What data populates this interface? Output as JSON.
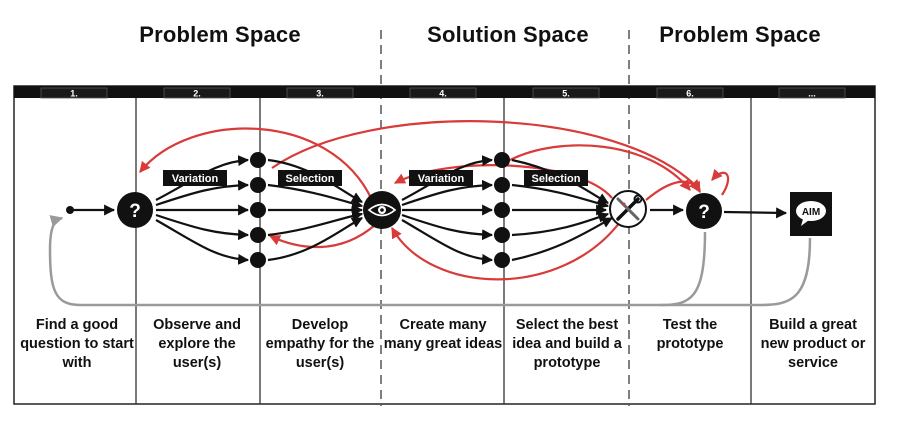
{
  "spaces": [
    {
      "label": "Problem Space"
    },
    {
      "label": "Solution Space"
    },
    {
      "label": "Problem Space"
    }
  ],
  "steps": [
    {
      "number": "1.",
      "text": "Find a good question to start with"
    },
    {
      "number": "2.",
      "text": "Observe and explore the user(s)"
    },
    {
      "number": "3.",
      "text": "Develop empathy for the user(s)"
    },
    {
      "number": "4.",
      "text": "Create many many great ideas"
    },
    {
      "number": "5.",
      "text": "Select the best idea and build a prototype"
    },
    {
      "number": "6.",
      "text": "Test the prototype"
    },
    {
      "number": "...",
      "text": "Build a great new product or service"
    }
  ],
  "labels": {
    "variation_1": "Variation",
    "selection_1": "Selection",
    "variation_2": "Variation",
    "selection_2": "Selection",
    "question_1": "?",
    "question_2": "?",
    "aim": "AIM"
  },
  "icons": {
    "start": "start-dot-icon",
    "question": "question-mark-icon",
    "empathy": "eye-icon",
    "prototype": "wrench-screwdriver-icon",
    "goal": "aim-speech-bubble-icon"
  },
  "colors": {
    "flow": "#111111",
    "feedback": "#d93a3a",
    "loop": "#9a9a9a",
    "header": "#111111"
  }
}
